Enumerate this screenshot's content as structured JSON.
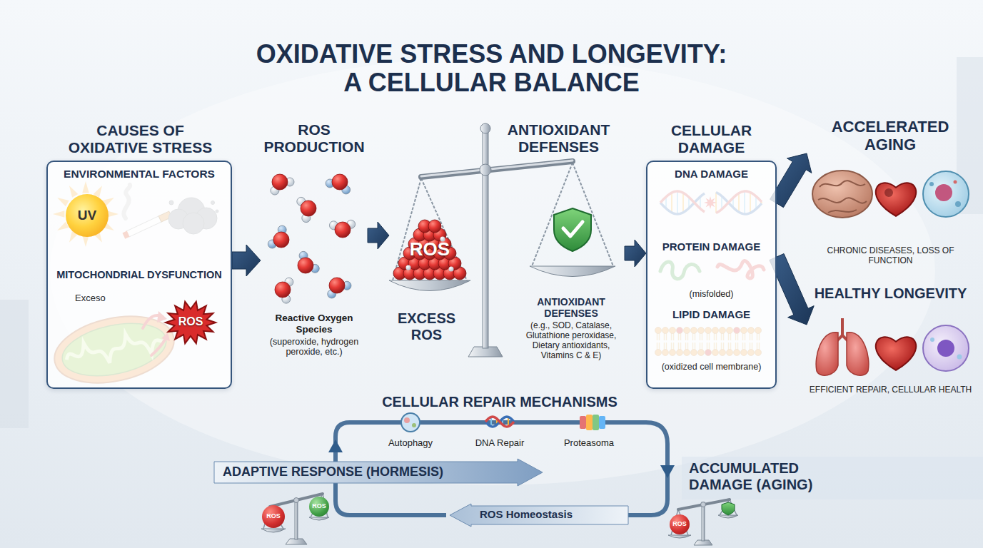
{
  "diagram": {
    "title": "OXIDATIVE STRESS AND LONGEVITY: A CELLULAR BALANCE",
    "nodes": [
      {
        "text": [
          "CAUSES OF OXIDATIVE STRESS",
          "ENVIRONMENTAL FACTORS",
          "MITOCHONDRIAL DYSFUNCTION",
          "Exceso"
        ]
      },
      {
        "text": [
          "UV"
        ],
        "in": 0
      },
      {
        "text": [
          "ROS"
        ],
        "in": 0
      },
      {
        "text": [
          "ROS PRODUCTION",
          "Reactive Oxygen Species",
          "(superoxide, hydrogen peroxide, etc.)"
        ]
      },
      {
        "text": [
          "ANTIOXIDANT DEFENSES",
          "EXCESS ROS",
          "ANTIOXIDANT DEFENSES",
          "(e.g., SOD, Catalase, Glutathione peroxidase, Dietary antioxidants, Vitamins C & E)"
        ]
      },
      {
        "text": [
          "ROS"
        ],
        "in": 4
      },
      {
        "text": [
          "CELLULAR DAMAGE",
          "DNA DAMAGE",
          "PROTEIN DAMAGE",
          "(misfolded)",
          "LIPID DAMAGE",
          "(oxidized cell membrane)"
        ]
      },
      {
        "text": [
          "ACCELERATED AGING",
          "CHRONIC DISEASES, LOSS OF FUNCTION"
        ]
      },
      {
        "text": [
          "HEALTHY LONGEVITY",
          "EFFICIENT REPAIR, CELLULAR HEALTH"
        ]
      },
      {
        "text": [
          "CELLULAR REPAIR MECHANISMS",
          "Autophagy",
          "DNA Repair",
          "Proteasoma"
        ]
      },
      {
        "text": [
          "ADAPTIVE RESPONSE (HORMESIS)"
        ]
      },
      {
        "text": [
          "ROS Homeostasis"
        ]
      },
      {
        "text": [
          "ROS"
        ]
      },
      {
        "text": [
          "ROS"
        ]
      },
      {
        "text": [
          "ROS"
        ]
      }
    ],
    "edges": [
      {
        "from": 0,
        "to": 3,
        "arrow": "to"
      },
      {
        "from": 3,
        "to": 4,
        "arrow": "to"
      },
      {
        "from": 4,
        "to": 6,
        "arrow": "to"
      },
      {
        "from": 6,
        "to": 7,
        "arrow": "to"
      },
      {
        "from": 6,
        "to": 8,
        "arrow": "to"
      }
    ],
    "labels": [
      "ACCUMULATED DAMAGE (AGING)"
    ]
  }
}
